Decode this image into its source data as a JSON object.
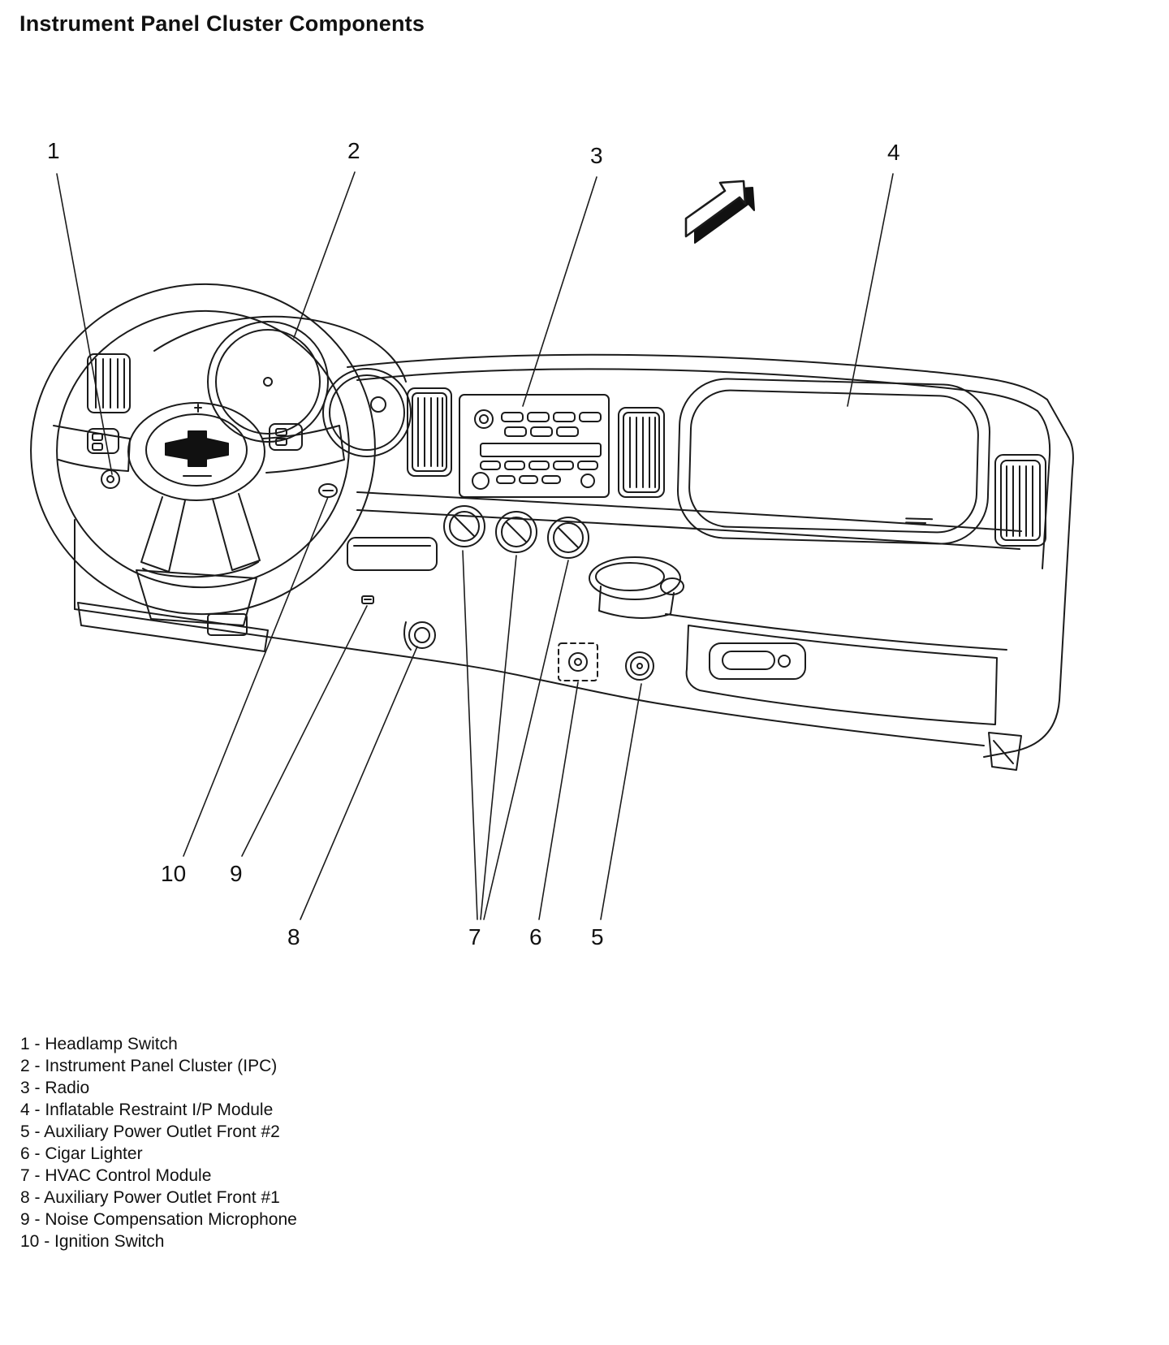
{
  "page": {
    "title": "Instrument Panel Cluster Components"
  },
  "callouts": [
    {
      "label": "1"
    },
    {
      "label": "2"
    },
    {
      "label": "3"
    },
    {
      "label": "4"
    },
    {
      "label": "5"
    },
    {
      "label": "6"
    },
    {
      "label": "7"
    },
    {
      "label": "8"
    },
    {
      "label": "9"
    },
    {
      "label": "10"
    }
  ],
  "legend": {
    "items": [
      {
        "label": "1 - Headlamp Switch"
      },
      {
        "label": "2 - Instrument Panel Cluster (IPC)"
      },
      {
        "label": "3 - Radio"
      },
      {
        "label": "4 - Inflatable Restraint I/P Module"
      },
      {
        "label": "5 - Auxiliary Power Outlet Front #2"
      },
      {
        "label": "6 - Cigar Lighter"
      },
      {
        "label": "7 - HVAC Control Module"
      },
      {
        "label": "8 - Auxiliary Power Outlet Front #1"
      },
      {
        "label": "9 - Noise Compensation Microphone"
      },
      {
        "label": "10 - Ignition Switch"
      }
    ]
  },
  "icons": {
    "direction_arrow": "view-direction-arrow",
    "brand_emblem": "chevrolet-bowtie"
  },
  "colors": {
    "line": "#1b1b1b",
    "background": "#ffffff"
  }
}
